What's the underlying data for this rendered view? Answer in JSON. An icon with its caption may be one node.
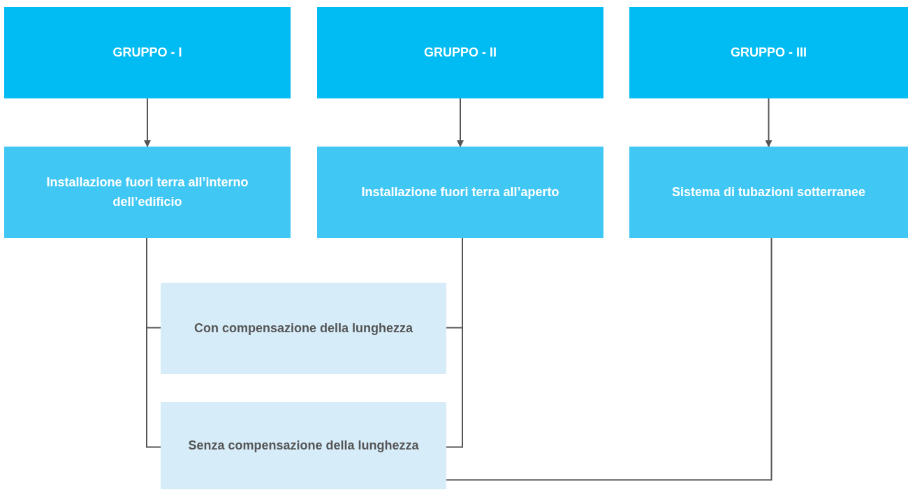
{
  "diagram": {
    "nodes": [
      {
        "text": [
          "GRUPPO - I"
        ]
      },
      {
        "text": [
          "GRUPPO - II"
        ]
      },
      {
        "text": [
          "GRUPPO - III"
        ]
      },
      {
        "text": [
          "Installazione fuori terra all’interno dell’edificio"
        ]
      },
      {
        "text": [
          "Installazione fuori terra all’aperto"
        ]
      },
      {
        "text": [
          "Sistema di tubazioni sotterranee"
        ]
      },
      {
        "text": [
          "Con compensazione della lunghezza"
        ]
      },
      {
        "text": [
          "Senza compensazione della lunghezza"
        ]
      }
    ],
    "edges": [
      {
        "from": 0,
        "to": 3,
        "arrow": "to"
      },
      {
        "from": 1,
        "to": 4,
        "arrow": "to"
      },
      {
        "from": 2,
        "to": 5,
        "arrow": "to"
      },
      {
        "from": 3,
        "to": 6,
        "arrow": "none"
      },
      {
        "from": 3,
        "to": 7,
        "arrow": "none"
      },
      {
        "from": 4,
        "to": 6,
        "arrow": "none"
      },
      {
        "from": 4,
        "to": 7,
        "arrow": "none"
      },
      {
        "from": 5,
        "to": 7,
        "arrow": "none"
      }
    ]
  }
}
